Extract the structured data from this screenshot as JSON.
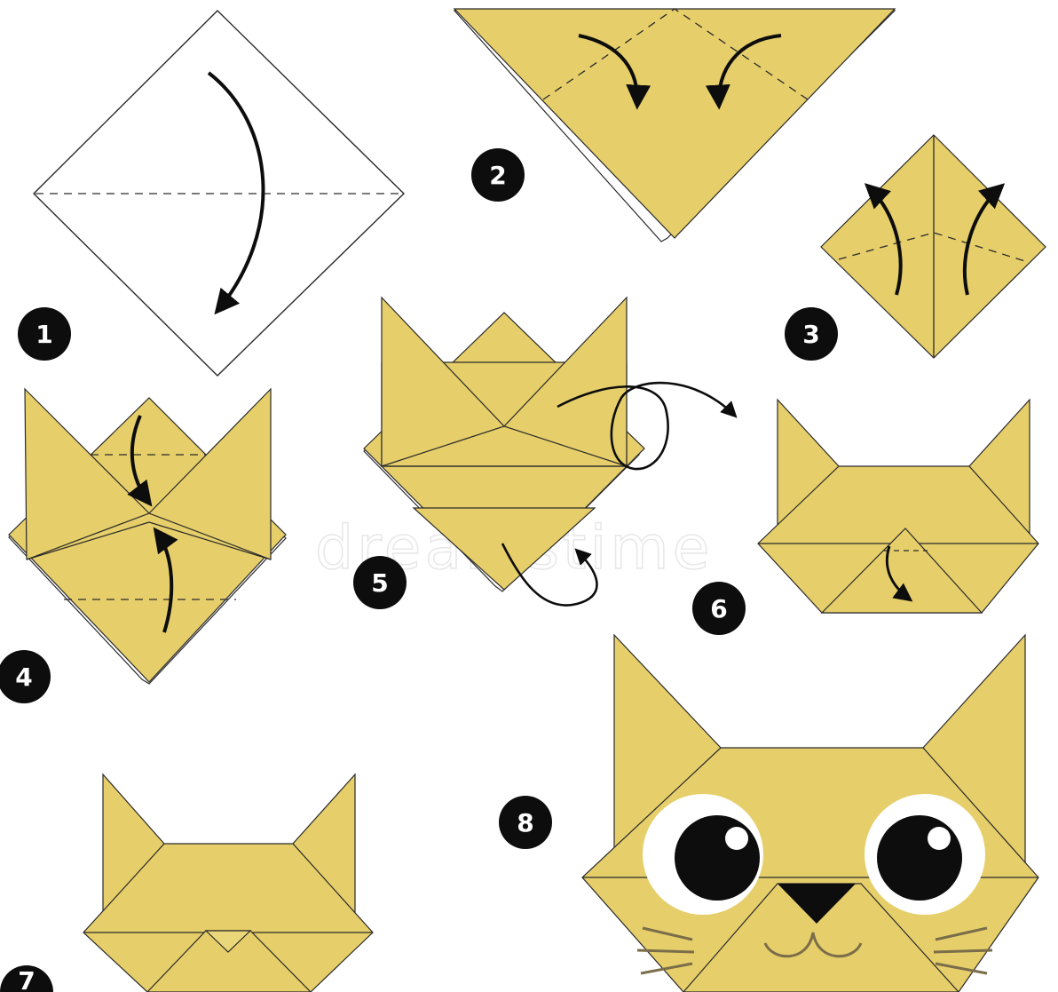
{
  "diagram": {
    "colors": {
      "paper": "#e6cf6a",
      "paper_light": "#ead77a",
      "line": "#2a2a2a",
      "badge": "#0d0d0d",
      "badge_text": "#ffffff",
      "eye": "#0d0d0d",
      "whisker": "#7a6d4a"
    },
    "steps": [
      {
        "number": "1"
      },
      {
        "number": "2"
      },
      {
        "number": "3"
      },
      {
        "number": "4"
      },
      {
        "number": "5"
      },
      {
        "number": "6"
      },
      {
        "number": "7"
      },
      {
        "number": "8"
      }
    ],
    "watermark": "dreamstime"
  }
}
